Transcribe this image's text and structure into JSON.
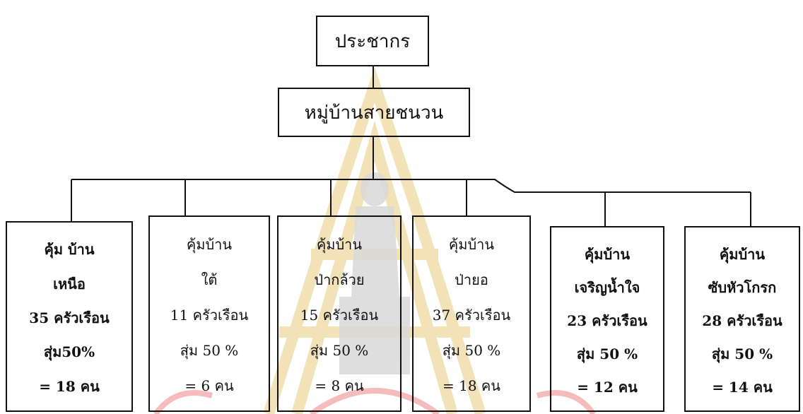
{
  "root": {
    "label": "ประชากร"
  },
  "village": {
    "label": "หมู่บ้านสายชนวน"
  },
  "groups": [
    {
      "name": "คุ้ม บ้าน",
      "sub": "เหนือ",
      "households": "35 ครัวเรือน",
      "sample": "สุ่ม50%",
      "count": "= 18 คน",
      "bold": true
    },
    {
      "name": "คุ้มบ้าน",
      "sub": "ใต้",
      "households": "11 ครัวเรือน",
      "sample": "สุ่ม 50 %",
      "count": "= 6 คน",
      "bold": false
    },
    {
      "name": "คุ้มบ้าน",
      "sub": "ป่ากล้วย",
      "households": "15 ครัวเรือน",
      "sample": "สุ่ม 50 %",
      "count": "= 8 คน",
      "bold": false
    },
    {
      "name": "คุ้มบ้าน",
      "sub": "ป่ายอ",
      "households": "37 ครัวเรือน",
      "sample": "สุ่ม 50 %",
      "count": "= 18 คน",
      "bold": false
    },
    {
      "name": "คุ้มบ้าน",
      "sub": "เจริญน้ำใจ",
      "households": "23 ครัวเรือน",
      "sample": "สุ่ม 50 %",
      "count": "=  12 คน",
      "bold": true
    },
    {
      "name": "คุ้มบ้าน",
      "sub": "ซับหัวโกรก",
      "households": "28 ครัวเรือน",
      "sample": "สุ่ม 50 %",
      "count": "= 14 คน",
      "bold": true
    }
  ],
  "colors": {
    "line": "#111111",
    "watermark_gold": "#f2dfb0",
    "watermark_gray": "#d6d6d6",
    "watermark_pink": "#f5b5b5"
  }
}
